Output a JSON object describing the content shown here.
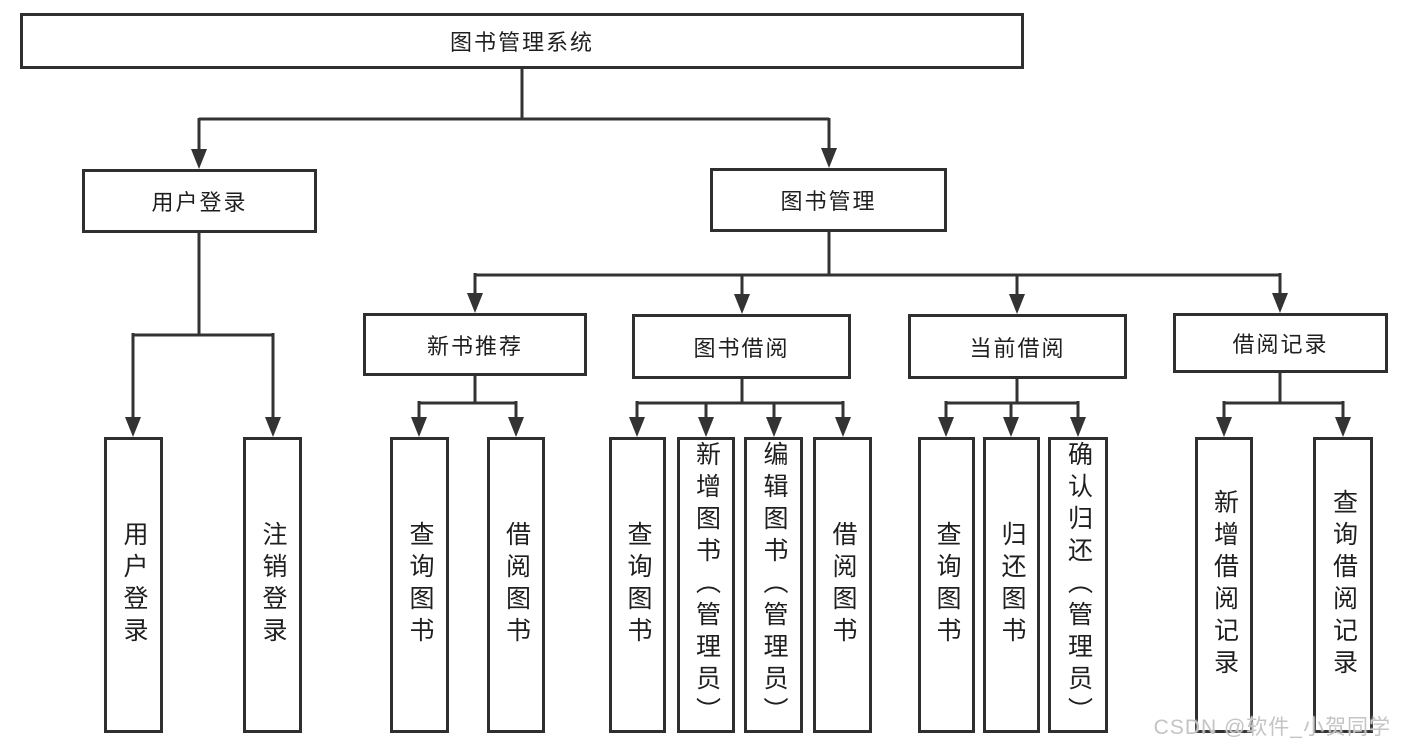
{
  "diagram_title": "图书管理系统",
  "nodes": {
    "root": {
      "label": "图书管理系统"
    },
    "level2": [
      {
        "label": "用户登录"
      },
      {
        "label": "图书管理"
      }
    ],
    "level3": [
      {
        "label": "新书推荐"
      },
      {
        "label": "图书借阅"
      },
      {
        "label": "当前借阅"
      },
      {
        "label": "借阅记录"
      }
    ],
    "leaves": [
      {
        "label": "用户登录"
      },
      {
        "label": "注销登录"
      },
      {
        "label": "查询图书"
      },
      {
        "label": "借阅图书"
      },
      {
        "label": "查询图书"
      },
      {
        "label": "新增图书（管理员）"
      },
      {
        "label": "编辑图书（管理员）"
      },
      {
        "label": "借阅图书"
      },
      {
        "label": "查询图书"
      },
      {
        "label": "归还图书"
      },
      {
        "label": "确认归还（管理员）"
      },
      {
        "label": "新增借阅记录"
      },
      {
        "label": "查询借阅记录"
      }
    ]
  },
  "watermark": {
    "text": "CSDN @软件_小贺同学"
  },
  "colors": {
    "line": "#333333",
    "box_border": "#2f2f2f",
    "text": "#1f1f1f",
    "watermark": "#c4c4c4",
    "background": "#ffffff"
  }
}
